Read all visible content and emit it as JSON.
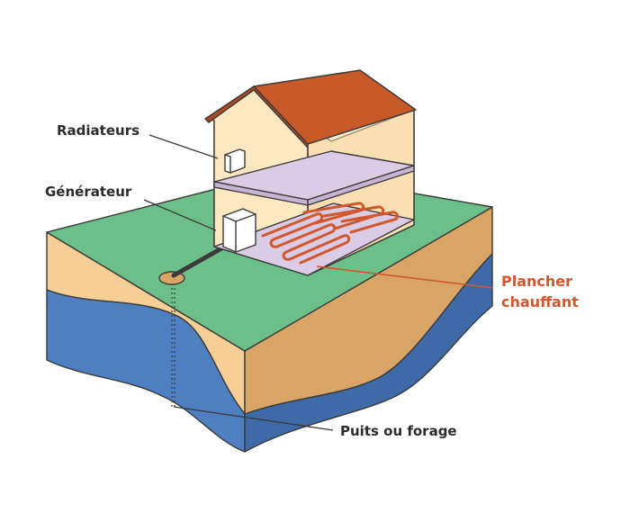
{
  "labels": {
    "radiateurs": "Radiateurs",
    "generateur": "Générateur",
    "plancher_line1": "Plancher",
    "plancher_line2": "chauffant",
    "puits": "Puits ou forage"
  },
  "colors": {
    "grass": "#6dbf8a",
    "soil_front": "#f6cf96",
    "soil_side": "#d9a566",
    "water_front": "#4e7fc0",
    "water_side": "#3f6aa8",
    "house_wall": "#fde8c2",
    "house_wall_side": "#f6d7a6",
    "roof": "#c85a2a",
    "roof_side": "#a94a22",
    "floor_slab": "#dccbe4",
    "heating_pipe": "#d0582e",
    "accent_text": "#d0582e",
    "outline": "#3a3a3a"
  }
}
